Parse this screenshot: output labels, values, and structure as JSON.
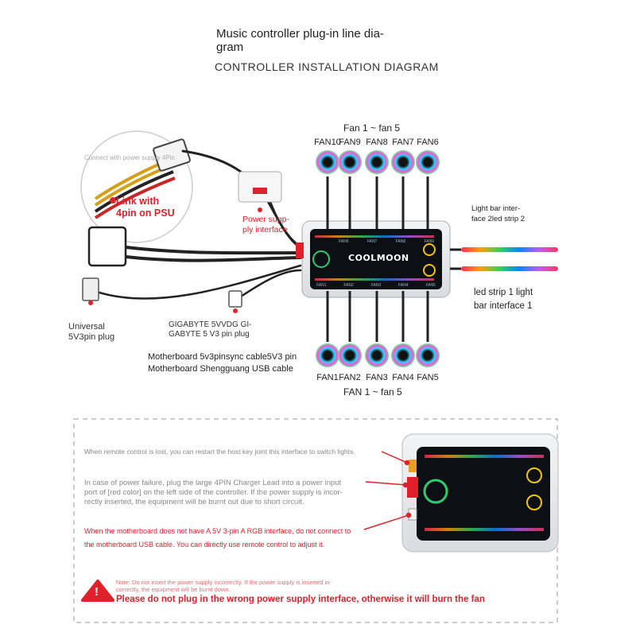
{
  "title_line1": "Music controller plug-in line dia-",
  "title_line2": "gram",
  "subtitle": "CONTROLLER INSTALLATION DIAGRAM",
  "fan_group_top": "Fan 1 ~ fan 5",
  "fan_group_bottom": "FAN 1 ~ fan 5",
  "top_fans": [
    "FAN10",
    "FAN9",
    "FAN8",
    "FAN7",
    "FAN6"
  ],
  "bottom_fans": [
    "FAN1",
    "FAN2",
    "FAN3",
    "FAN4",
    "FAN5"
  ],
  "psu_connect_text": "Connect with power supply 4Pin",
  "psu_link_line1": "Link with",
  "psu_link_line2": "4pin on PSU",
  "power_supply_label_line1": "Power supp-",
  "power_supply_label_line2": "ply interface",
  "light_bar2_line1": "Light bar inter-",
  "light_bar2_line2": "face 2led strip 2",
  "light_bar1_line1": "led strip 1 light",
  "light_bar1_line2": "bar interface 1",
  "universal_line1": "Universal",
  "universal_line2": "5V3pin plug",
  "gigabyte_line1": "GIGABYTE 5VVDG GI-",
  "gigabyte_line2": "GABYTE 5 V3 pin plug",
  "motherboard_line1": "Motherboard 5v3pinsync cable5V3 pin",
  "motherboard_line2": "Motherboard Shengguang USB cable",
  "brand": "COOLMOON",
  "ctrl_top_ports": [
    "FAN6",
    "FAN7",
    "FAN8",
    "FAN9"
  ],
  "ctrl_bottom_ports": [
    "FAN1",
    "FAN2",
    "FAN3",
    "FAN4",
    "FAN5"
  ],
  "note_remote": "When remote control is lost, you can restart the host key joint this interface to switch lights.",
  "note_power_1": "In case of power failure, plug the large 4PIN Charger Lead into a power input",
  "note_power_2": "port of [red color] on the left side of the controller. If the power supply is incor-",
  "note_power_3": "rectly inserted, the equipment will be burnt out due to short circuit.",
  "note_mb_1": "When the motherboard does not have A 5V 3-pin A RGB interface, do not connect to",
  "note_mb_2": "the motherboard USB cable. You can directly use remote control to adjust it.",
  "warning_small_1": "Note: Do not insert the power supply incorrectly. If the power supply is inserted in-",
  "warning_small_2": "correctly, the equipment will be burnt down.",
  "warning_big": "Please do not plug in the wrong power supply interface, otherwise it will burn the fan",
  "warning_symbol": "!",
  "colors": {
    "accent_red": "#e0202a",
    "note_gray": "#888888",
    "dash": "#999999"
  }
}
